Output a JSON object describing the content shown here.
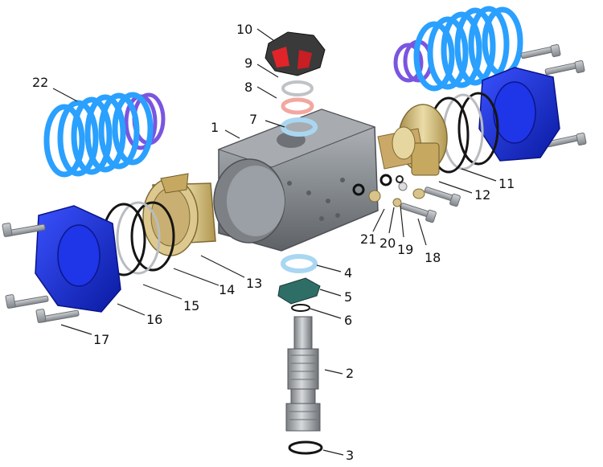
{
  "diagram": {
    "callouts": [
      {
        "id": "1",
        "label": "1"
      },
      {
        "id": "2",
        "label": "2"
      },
      {
        "id": "3",
        "label": "3"
      },
      {
        "id": "4",
        "label": "4"
      },
      {
        "id": "5",
        "label": "5"
      },
      {
        "id": "6",
        "label": "6"
      },
      {
        "id": "7",
        "label": "7"
      },
      {
        "id": "8",
        "label": "8"
      },
      {
        "id": "9",
        "label": "9"
      },
      {
        "id": "10",
        "label": "10"
      },
      {
        "id": "11",
        "label": "11"
      },
      {
        "id": "12",
        "label": "12"
      },
      {
        "id": "13",
        "label": "13"
      },
      {
        "id": "14",
        "label": "14"
      },
      {
        "id": "15",
        "label": "15"
      },
      {
        "id": "16",
        "label": "16"
      },
      {
        "id": "17",
        "label": "17"
      },
      {
        "id": "18",
        "label": "18"
      },
      {
        "id": "19",
        "label": "19"
      },
      {
        "id": "20",
        "label": "20"
      },
      {
        "id": "21",
        "label": "21"
      },
      {
        "id": "22",
        "label": "22"
      }
    ],
    "colors": {
      "spring_blue": "#2aa0ff",
      "spring_purple": "#7a55e0",
      "end_cap_blue": "#1a2fd6",
      "body_gray": "#8a8f94",
      "piston_brass": "#d8c48a",
      "pinion_gray": "#a8acaf",
      "o_ring_black": "#151515",
      "teal_plate": "#2e6e66",
      "nut_dark": "#3a3a3a",
      "nut_red": "#e0242a",
      "washer_pink": "#f2a7a0",
      "washer_blue": "#a9d7f2"
    }
  }
}
